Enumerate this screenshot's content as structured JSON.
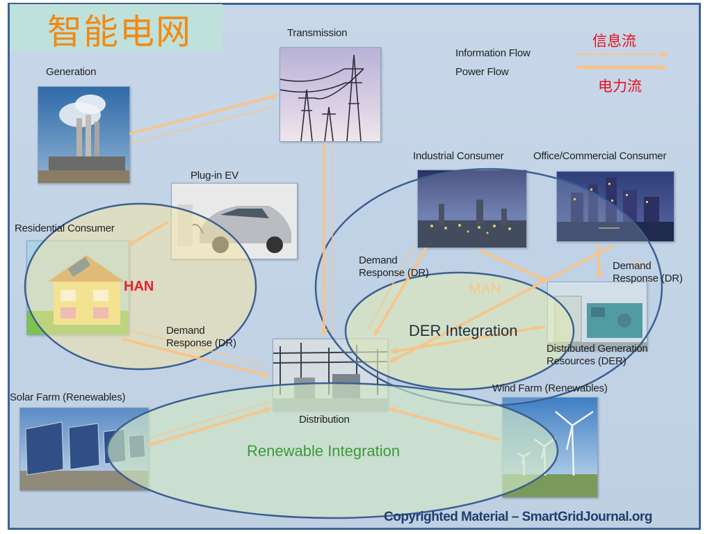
{
  "title": "智能电网",
  "legend": {
    "information_flow_label": "Information Flow",
    "power_flow_label": "Power Flow",
    "information_flow_cn": "信息流",
    "power_flow_cn": "电力流"
  },
  "nodes": {
    "generation": "Generation",
    "transmission": "Transmission",
    "plugin_ev": "Plug-in EV",
    "residential": "Residential Consumer",
    "industrial": "Industrial Consumer",
    "office": "Office/Commercial Consumer",
    "distribution": "Distribution",
    "der": "Distributed Generation Resources (DER)",
    "solar": "Solar Farm (Renewables)",
    "wind": "Wind Farm (Renewables)"
  },
  "flows": {
    "dr_home": "Demand Response (DR)",
    "dr_industrial": "Demand Response (DR)",
    "dr_office": "Demand Response (DR)"
  },
  "zones": {
    "han": "HAN",
    "man": "MAN",
    "der_integration": "DER Integration",
    "renewable_integration": "Renewable Integration"
  },
  "footer": "Copyrighted Material – SmartGridJournal.org",
  "colors": {
    "frame": "#3d6396",
    "background": "#c7d7e8",
    "title": "#f08a14",
    "flow_arrow": "#f7c48a",
    "han_label": "#e8202a",
    "man_label": "#f5c98c",
    "renewable_label": "#3a9a3a",
    "ellipse_stroke": "#3b5f90"
  }
}
